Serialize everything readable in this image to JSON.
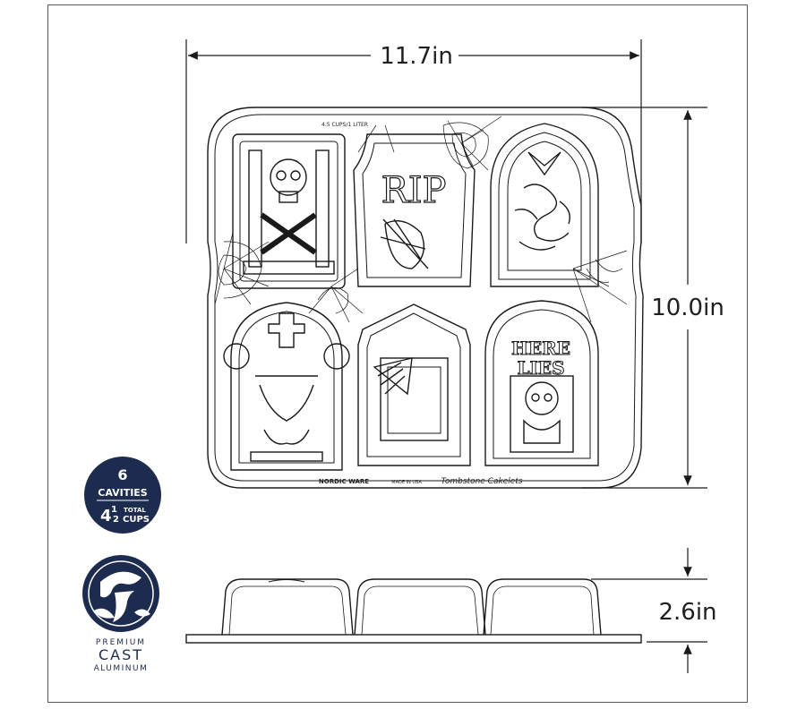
{
  "dimensions": {
    "width": "11.7in",
    "depth": "10.0in",
    "height": "2.6in"
  },
  "pan_markings": {
    "capacity": "4.5 CUPS/1 LITER",
    "brand": "NORDIC WARE",
    "origin": "MADE IN USA",
    "product": "Tombstone Cakelets"
  },
  "cavity_texts": {
    "rip": "RIP",
    "here": "HERE",
    "lies": "LIES"
  },
  "badge": {
    "count": "6",
    "label": "CAVITIES",
    "volume_whole": "4",
    "volume_fraction_num": "1",
    "volume_fraction_den": "2",
    "total": "TOTAL",
    "cups": "CUPS"
  },
  "material": {
    "line1": "PREMIUM",
    "line2": "CAST",
    "line3": "ALUMINUM"
  },
  "colors": {
    "navy": "#1d2b4f",
    "line": "#1a1a1a"
  }
}
